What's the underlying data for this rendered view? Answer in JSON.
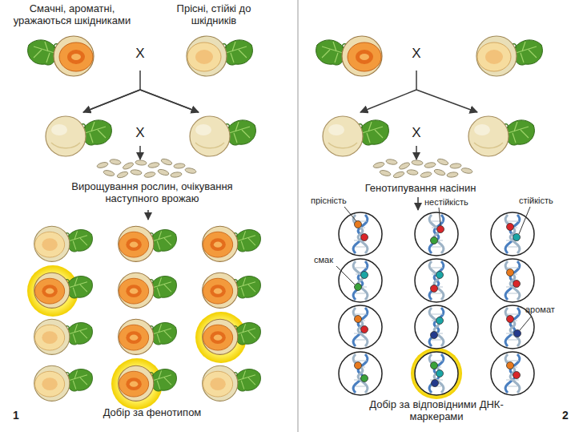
{
  "diagram": {
    "labels": [
      "Смачні, ароматні, уражаються шкідниками",
      "Прісні, стійкі до шкідників",
      "X",
      "X",
      "Вирощування рослин, очікування наступного врожаю",
      "Добір за фенотипом",
      "1",
      "X",
      "X",
      "Генотипування насінин",
      "прісність",
      "нестійкість",
      "стійкість",
      "смак",
      "аромат",
      "Добір за відповідними ДНК-маркерами",
      "2"
    ]
  }
}
